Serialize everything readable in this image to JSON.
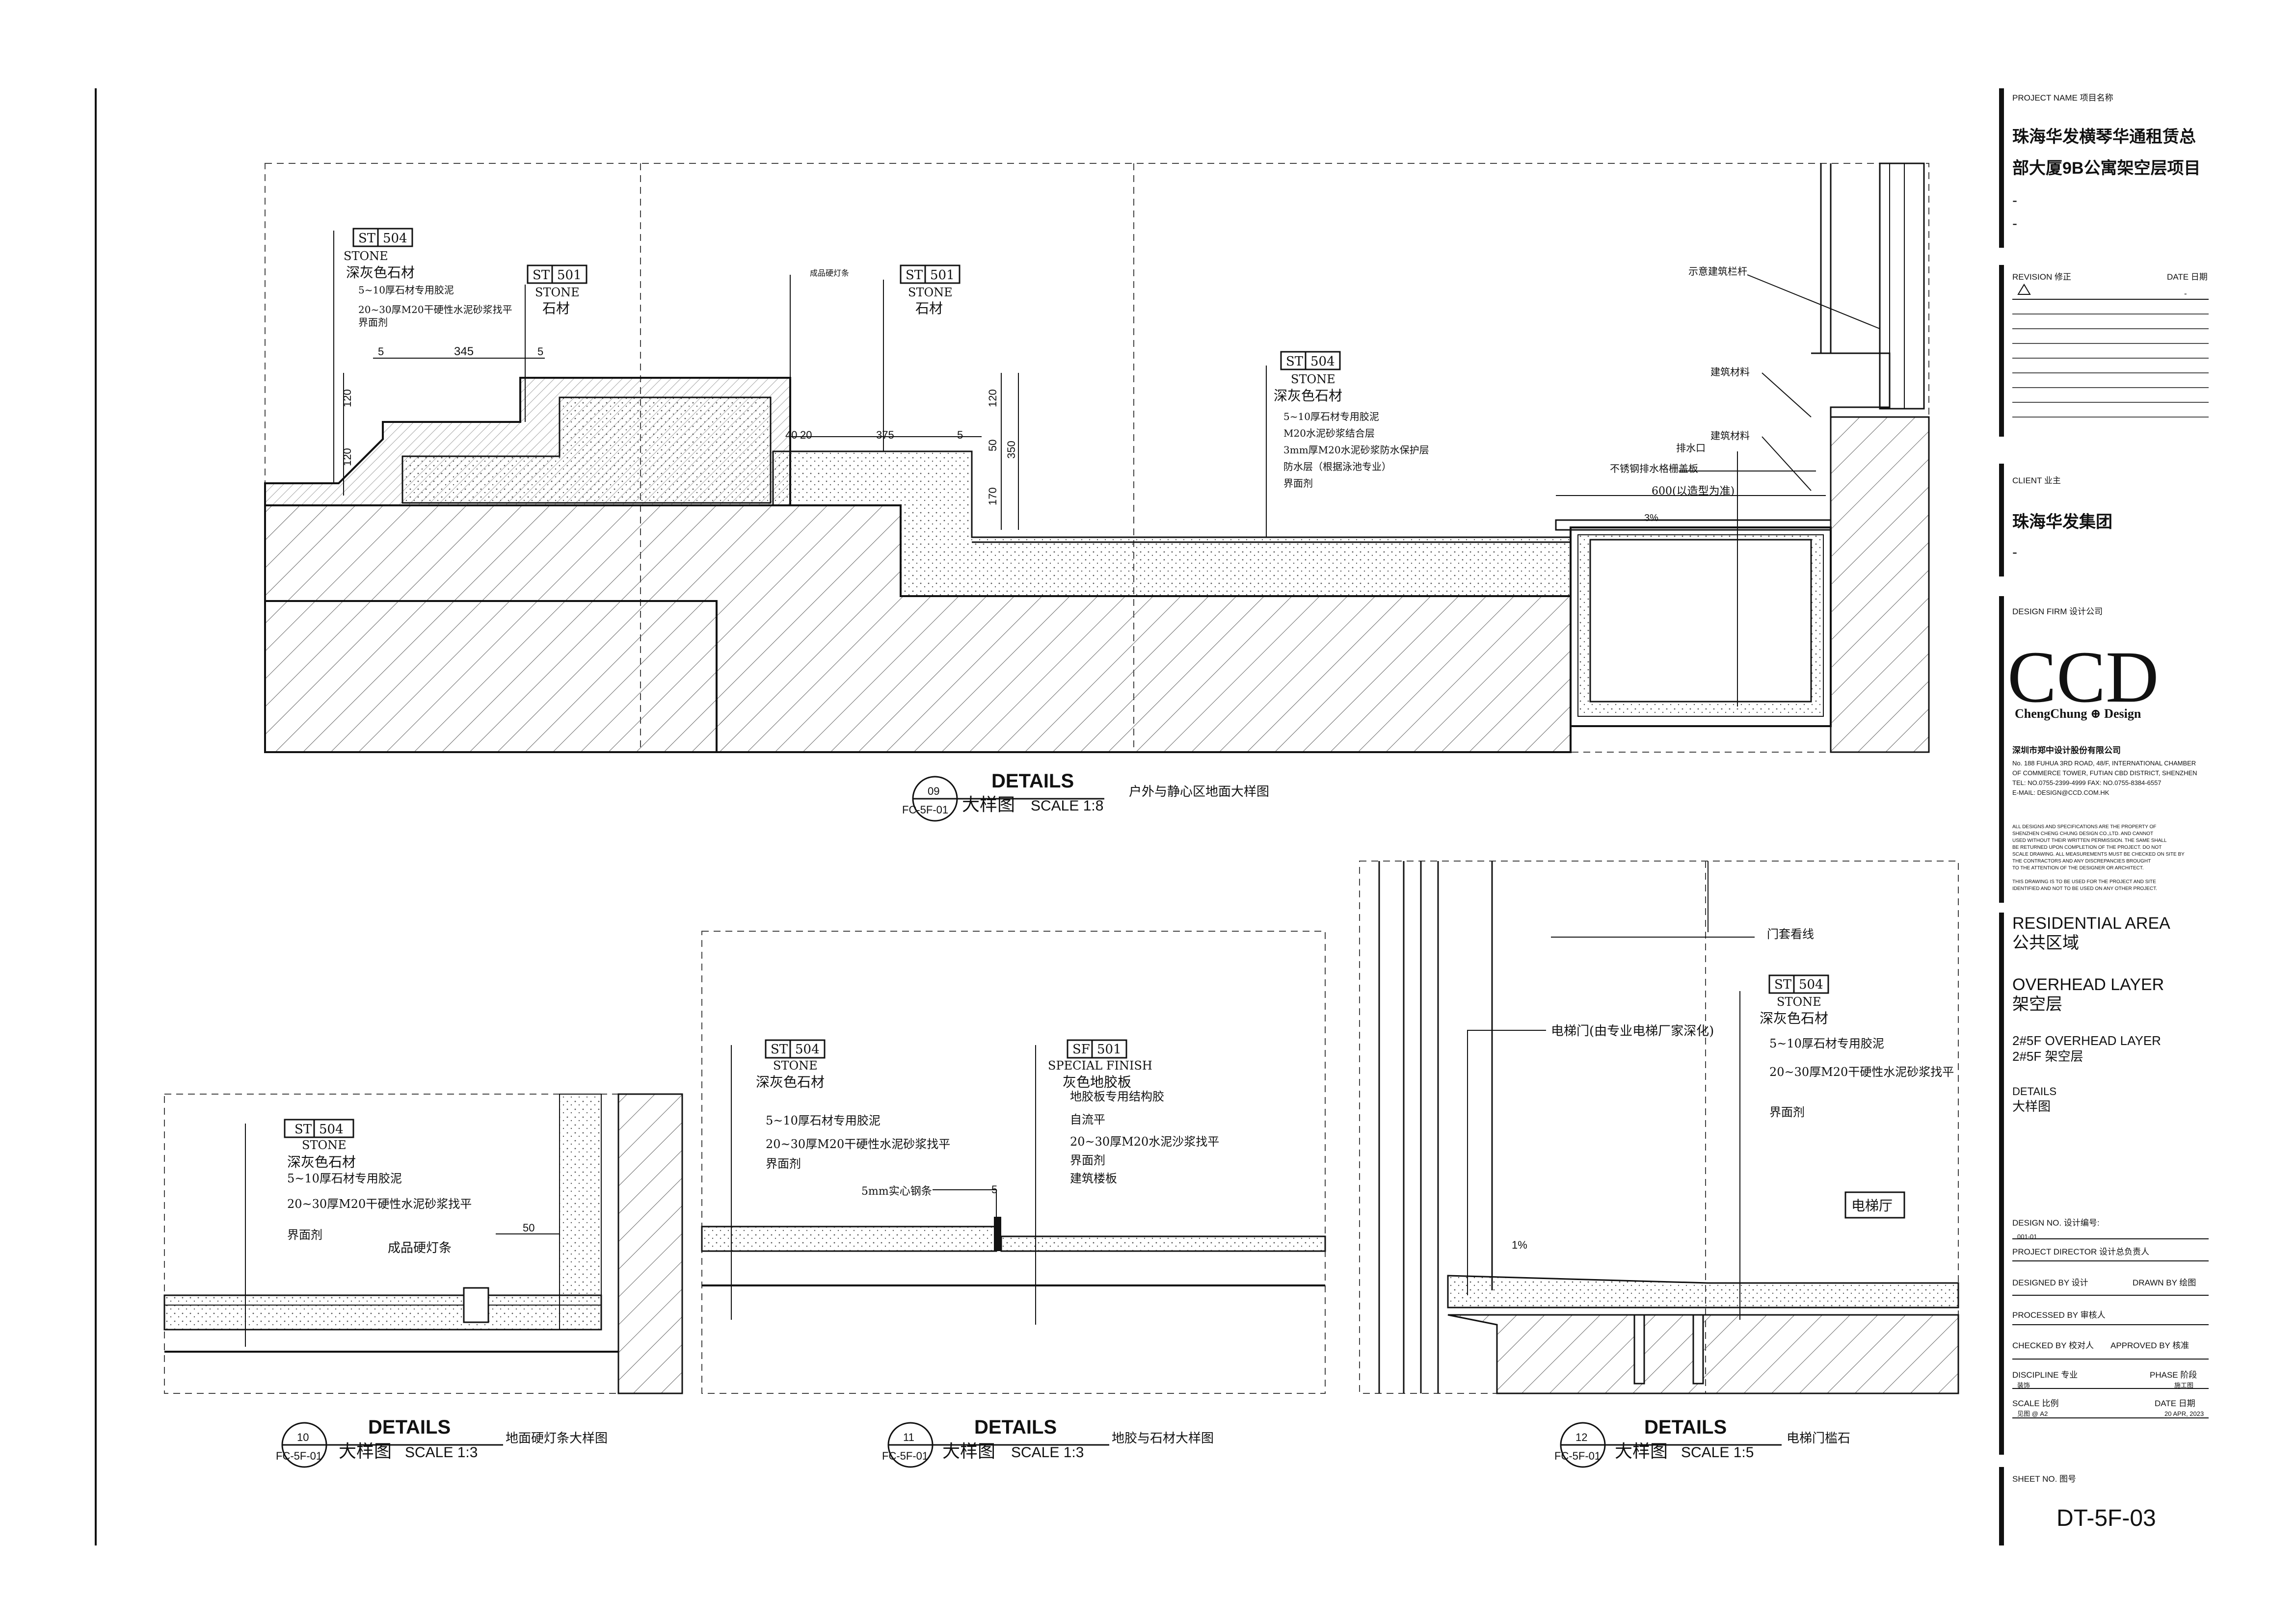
{
  "title_block": {
    "project_name_label": "PROJECT NAME 项目名称",
    "project_name_line1": "珠海华发横琴华通租赁总",
    "project_name_line2": "部大厦9B公寓架空层项目",
    "dash1": "-",
    "dash2": "-",
    "revision_label": "REVISION 修正",
    "date_label": "DATE 日期",
    "revision_date": "-",
    "client_label": "CLIENT 业主",
    "client_name": "珠海华发集团",
    "client_dash": "-",
    "design_firm_label": "DESIGN FIRM 设计公司",
    "logo_text": "CCD",
    "logo_sub": "ChengChung ⊕ Design",
    "firm_name": "深圳市郑中设计股份有限公司",
    "firm_address1": "No. 188 FUHUA 3RD ROAD, 48/F, INTERNATIONAL CHAMBER",
    "firm_address2": "OF COMMERCE TOWER, FUTIAN CBD DISTRICT, SHENZHEN",
    "firm_tel": "TEL: NO.0755-2399-4999    FAX: NO.0755-8384-6557",
    "firm_email": "E-MAIL: DESIGN@CCD.COM.HK",
    "disclaimer": [
      "ALL DESIGNS AND SPECIFICATIONS ARE THE PROPERTY OF",
      "SHENZHEN CHENG CHUNG DESIGN CO.,LTD.  AND  CANNOT",
      "USED  WITHOUT THEIR WRITTEN PERMISSION. THE SAME SHALL",
      "BE  RETURNED UPON COMPLETION OF THE PROJECT. DO NOT",
      "SCALE DRAWING. ALL MEASUREMENTS MUST BE CHECKED ON SITE BY",
      "THE CONTRACTORS AND ANY DISCREPANCIES BROUGHT",
      "TO THE ATTENTION OF THE DESIGNER OR ARCHITECT.",
      "THIS DRAWING IS TO BE USED FOR THE PROJECT AND SITE",
      "IDENTIFIED AND NOT TO BE USED ON ANY OTHER PROJECT."
    ],
    "area_en": "RESIDENTIAL AREA",
    "area_cn": "公共区域",
    "layer_en": "OVERHEAD LAYER",
    "layer_cn": "架空层",
    "floor_en": "2#5F OVERHEAD LAYER",
    "floor_cn": "2#5F 架空层",
    "drawing_en": "DETAILS",
    "drawing_cn": "大样图",
    "design_no_label": "DESIGN NO. 设计编号:",
    "design_no": "001-01",
    "project_director_label": "PROJECT DIRECTOR  设计总负责人",
    "designed_by_label": "DESIGNED BY 设计",
    "drawn_by_label": "DRAWN BY  绘图",
    "processed_by_label": "PROCESSED BY 审核人",
    "checked_by_label": "CHECKED BY  校对人",
    "approved_by_label": "APPROVED BY  核准",
    "discipline_label": "DISCIPLINE  专业",
    "phase_label": "PHASE  阶段",
    "discipline": "装饰",
    "phase": "施工图",
    "scale_label": "SCALE  比例",
    "date2_label": "DATE  日期",
    "scale": "见图 @ A2",
    "date": "20 APR, 2023",
    "sheet_no_label": "SHEET NO.  图号",
    "sheet_no": "DT-5F-03"
  },
  "details": {
    "d09": {
      "number": "09",
      "ref": "FC-5F-01",
      "title": "DETAILS",
      "subtitle_cn": "大样图",
      "scale": "SCALE  1:8",
      "name_cn": "户外与静心区地面大样图",
      "tag_st504": "ST",
      "tag_504": "504",
      "stone": "STONE",
      "dark_grey": "深灰色石材",
      "note1": "5~10厚石材专用胶泥",
      "note2": "20~30厚M20干硬性水泥砂浆找平",
      "note3": "界面剂",
      "tag_st501": "ST",
      "tag_501": "501",
      "stone2": "STONE",
      "stone_cn": "石材",
      "finished_strip": "成品硬灯条",
      "dim_345": "345",
      "dim_5a": "5",
      "dim_5b": "5",
      "dim_120a": "120",
      "dim_120b": "120",
      "dim_40": "40",
      "dim_20": "20",
      "dim_375": "375",
      "dim_5c": "5",
      "dim_120c": "120",
      "dim_50": "50",
      "dim_170": "170",
      "dim_350": "350",
      "tag_st504b": "ST",
      "tag_504b": "504",
      "stone3": "STONE",
      "dark_grey2": "深灰色石材",
      "n_a": "5~10厚石材专用胶泥",
      "n_b": "M20水泥砂浆结合层",
      "n_c": "3mm厚M20水泥砂浆防水保护层",
      "n_d": "防水层（根据泳池专业）",
      "n_e": "界面剂",
      "railing": "示意建筑栏杆",
      "building_mat1": "建筑材料",
      "building_mat2": "建筑材料",
      "drain": "排水口",
      "grate": "不锈钢排水格栅盖板",
      "dim_600": "600(以造型为准)",
      "slope": "3%"
    },
    "d10": {
      "number": "10",
      "ref": "FC-5F-01",
      "title": "DETAILS",
      "subtitle_cn": "大样图",
      "scale": "SCALE  1:3",
      "name_cn": "地面硬灯条大样图",
      "tag_st": "ST",
      "tag_504": "504",
      "stone": "STONE",
      "dark_grey": "深灰色石材",
      "note1": "5~10厚石材专用胶泥",
      "note2": "20~30厚M20干硬性水泥砂浆找平",
      "note3": "界面剂",
      "dim_50": "50",
      "strip": "成品硬灯条"
    },
    "d11": {
      "number": "11",
      "ref": "FC-5F-01",
      "title": "DETAILS",
      "subtitle_cn": "大样图",
      "scale": "SCALE  1:3",
      "name_cn": "地胶与石材大样图",
      "tag_st": "ST",
      "tag_504": "504",
      "stone": "STONE",
      "dark_grey": "深灰色石材",
      "note1": "5~10厚石材专用胶泥",
      "note2": "20~30厚M20干硬性水泥砂浆找平",
      "note3": "界面剂",
      "tag_sf": "SF",
      "tag_501": "501",
      "special": "SPECIAL  FINISH",
      "vinyl": "灰色地胶板",
      "v1": "地胶板专用结构胶",
      "v2": "自流平",
      "v3": "20~30厚M20水泥沙浆找平",
      "v4": "界面剂",
      "v5": "建筑楼板",
      "steel": "5mm实心钢条",
      "dim_5": "5"
    },
    "d12": {
      "number": "12",
      "ref": "FC-5F-01",
      "title": "DETAILS",
      "subtitle_cn": "大样图",
      "scale": "SCALE  1:5",
      "name_cn": "电梯门槛石",
      "door_line": "门套看线",
      "elevator_door": "电梯门(由专业电梯厂家深化)",
      "tag_st": "ST",
      "tag_504": "504",
      "stone": "STONE",
      "dark_grey": "深灰色石材",
      "note1": "5~10厚石材专用胶泥",
      "note2": "20~30厚M20干硬性水泥砂浆找平",
      "note3": "界面剂",
      "hall": "电梯厅",
      "slope": "1%"
    }
  },
  "colors": {
    "line": "#111111",
    "hatch": "#555555",
    "fill": "#e8e8e8"
  }
}
